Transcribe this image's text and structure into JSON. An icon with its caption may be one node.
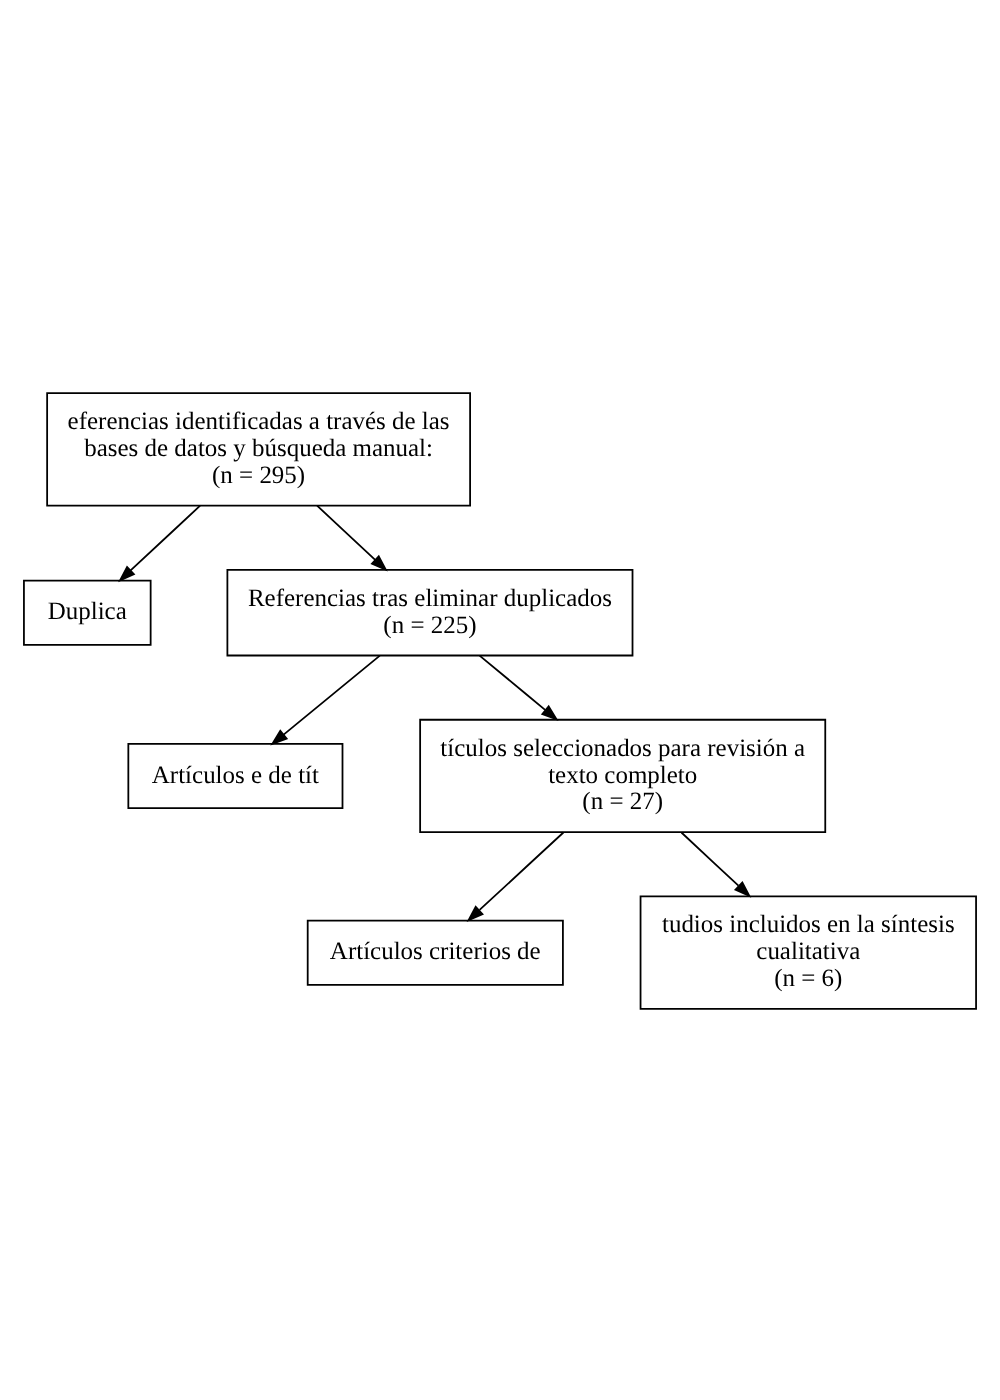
{
  "diagram": {
    "nodes": [
      {
        "text": [
          "eferencias identificadas a través de las bases de datos y búsqueda manual:",
          "(n = 295)"
        ]
      },
      {
        "text": [
          "Duplica"
        ]
      },
      {
        "text": [
          "Referencias tras eliminar duplicados",
          "(n = 225)"
        ]
      },
      {
        "text": [
          "Artículos e de tít"
        ]
      },
      {
        "text": [
          "tículos seleccionados para revisión a texto completo",
          "(n = 27)"
        ]
      },
      {
        "text": [
          "Artículos criterios de"
        ]
      },
      {
        "text": [
          "tudios incluidos en la síntesis cualitativa",
          "(n = 6)"
        ]
      }
    ],
    "edges": [
      {
        "from": 0,
        "to": 2,
        "arrow": "to"
      },
      {
        "from": 0,
        "to": 1,
        "arrow": "to"
      },
      {
        "from": 2,
        "to": 4,
        "arrow": "to"
      },
      {
        "from": 2,
        "to": 3,
        "arrow": "to"
      },
      {
        "from": 4,
        "to": 6,
        "arrow": "to"
      },
      {
        "from": 4,
        "to": 5,
        "arrow": "to"
      }
    ]
  }
}
